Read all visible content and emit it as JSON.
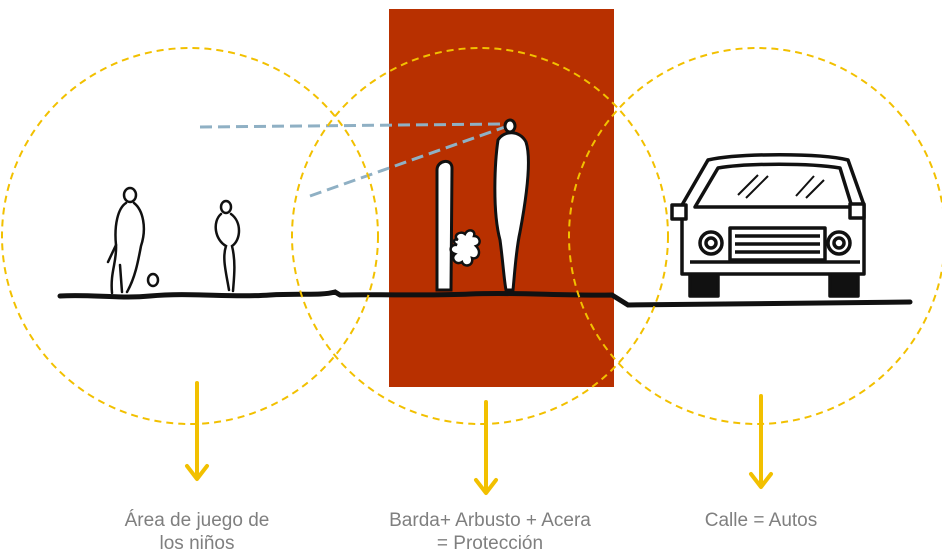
{
  "colors": {
    "protection_zone": "#b83000",
    "circle_outline": "#f2c000",
    "arrow": "#f2c000",
    "ink": "#111111",
    "sightline": "#8fb0c4",
    "caption_text": "#7f7f7f"
  },
  "zones": [
    {
      "id": "play-area",
      "caption_lines": [
        "Área de juego de",
        "los niños"
      ]
    },
    {
      "id": "protection",
      "caption_lines": [
        "Barda+ Arbusto + Acera",
        "=  Protección"
      ]
    },
    {
      "id": "street",
      "caption_lines": [
        "Calle = Autos"
      ]
    }
  ],
  "icons": {
    "person": "person-figure",
    "child": "child-figure",
    "ball": "ball",
    "wall": "wall-post",
    "shrub": "shrub",
    "car": "car-front",
    "sightline": "sightline-dashes",
    "arrow": "arrow-down"
  }
}
